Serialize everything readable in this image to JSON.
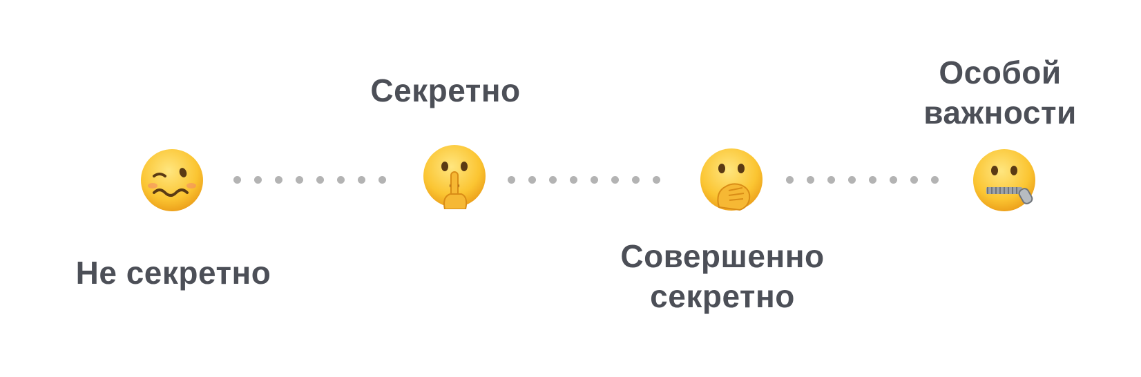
{
  "levels": [
    {
      "lines": [
        "Не секретно"
      ],
      "icon": "woozy-face-icon"
    },
    {
      "lines": [
        "Секретно"
      ],
      "icon": "shushing-face-icon"
    },
    {
      "lines": [
        "Совершенно",
        "секретно"
      ],
      "icon": "face-with-hand-over-mouth-icon"
    },
    {
      "lines": [
        "Особой",
        "важности"
      ],
      "icon": "zipper-mouth-face-icon"
    }
  ],
  "colors": {
    "label": "#4c4f57",
    "dot": "#b3b3b3",
    "face": "#f9c232",
    "face_outline": "#e79a18",
    "feature": "#5a3a14"
  }
}
